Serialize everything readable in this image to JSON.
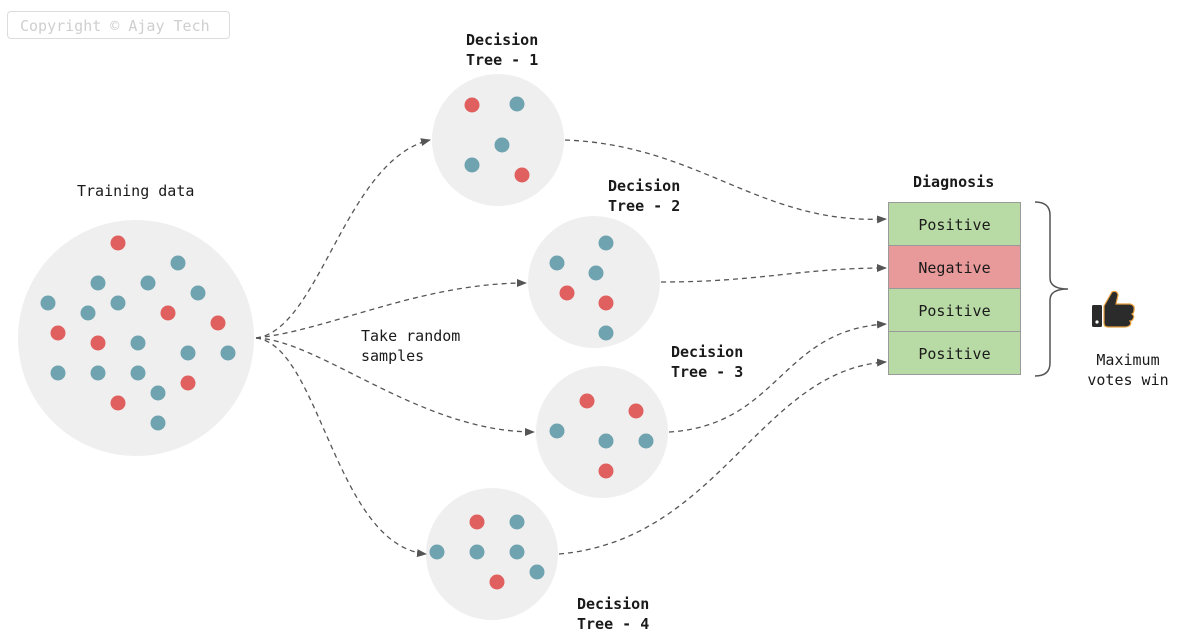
{
  "copyright": "Copyright © Ajay Tech",
  "training": {
    "label": "Training data",
    "sample_label_line1": "Take random",
    "sample_label_line2": "samples"
  },
  "trees": [
    {
      "title_line1": "Decision",
      "title_line2": "Tree - 1"
    },
    {
      "title_line1": "Decision",
      "title_line2": "Tree - 2"
    },
    {
      "title_line1": "Decision",
      "title_line2": "Tree - 3"
    },
    {
      "title_line1": "Decision",
      "title_line2": "Tree - 4"
    }
  ],
  "diagnosis": {
    "title": "Diagnosis",
    "rows": [
      {
        "label": "Positive",
        "color": "#b8dba5"
      },
      {
        "label": "Negative",
        "color": "#e8999a"
      },
      {
        "label": "Positive",
        "color": "#b8dba5"
      },
      {
        "label": "Positive",
        "color": "#b8dba5"
      }
    ]
  },
  "vote": {
    "line1": "Maximum",
    "line2": "votes win",
    "icon": "thumbs-up-icon"
  },
  "colors": {
    "circle_fill": "#efefef",
    "dot_red": "#e06060",
    "dot_teal": "#6fa3b0",
    "arrow": "#555555"
  }
}
